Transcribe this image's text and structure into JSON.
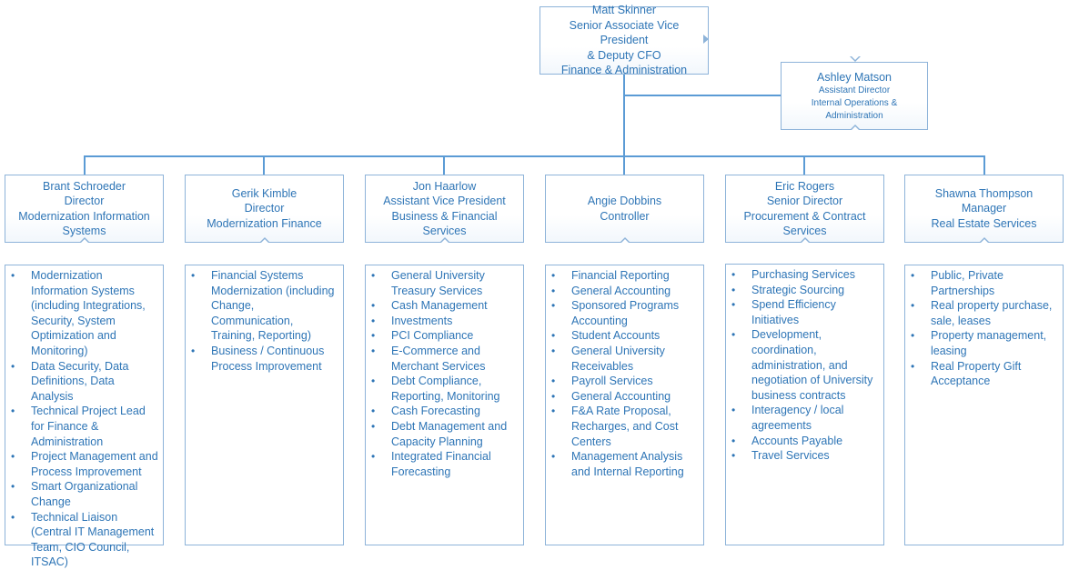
{
  "top": {
    "lines": [
      "Matt Skinner",
      "Senior Associate Vice President",
      "& Deputy CFO",
      "Finance & Administration"
    ]
  },
  "assistant": {
    "name": "Ashley Matson",
    "lines": [
      "Assistant Director",
      "Internal Operations &",
      "Administration"
    ]
  },
  "departments": [
    {
      "lines": [
        "Brant Schroeder",
        "Director",
        "Modernization Information",
        "Systems"
      ],
      "items": [
        "Modernization Information Systems (including Integrations, Security, System Optimization and Monitoring)",
        "Data Security, Data Definitions, Data Analysis",
        "Technical Project Lead for Finance & Administration",
        "Project Management and Process Improvement",
        "Smart Organizational Change",
        "Technical Liaison (Central IT Management Team, CIO Council, ITSAC)"
      ]
    },
    {
      "lines": [
        "Gerik Kimble",
        "Director",
        "Modernization Finance"
      ],
      "items": [
        "Financial Systems Modernization (including Change, Communication, Training, Reporting)",
        "Business / Continuous Process Improvement"
      ]
    },
    {
      "lines": [
        "Jon Haarlow",
        "Assistant Vice President",
        "Business & Financial Services"
      ],
      "items": [
        "General University Treasury Services",
        "Cash Management",
        "Investments",
        "PCI Compliance",
        "E-Commerce and Merchant Services",
        "Debt Compliance, Reporting, Monitoring",
        "Cash Forecasting",
        "Debt Management and Capacity Planning",
        "Integrated Financial Forecasting"
      ]
    },
    {
      "lines": [
        "Angie Dobbins",
        "Controller"
      ],
      "items": [
        "Financial Reporting",
        "General Accounting",
        "Sponsored Programs Accounting",
        "Student Accounts",
        "General University Receivables",
        "Payroll Services",
        "General Accounting",
        "F&A Rate Proposal, Recharges, and Cost Centers",
        "Management Analysis and Internal Reporting"
      ]
    },
    {
      "lines": [
        "Eric Rogers",
        "Senior Director",
        "Procurement & Contract",
        "Services"
      ],
      "items": [
        "Purchasing Services",
        "Strategic Sourcing",
        "Spend Efficiency Initiatives",
        "Development, coordination, administration, and negotiation of University business contracts",
        "Interagency / local agreements",
        "Accounts Payable",
        "Travel Services"
      ]
    },
    {
      "lines": [
        "Shawna Thompson",
        "Manager",
        "Real Estate Services"
      ],
      "items": [
        "Public, Private Partnerships",
        "Real property purchase, sale, leases",
        "Property management, leasing",
        "Real Property Gift Acceptance"
      ]
    }
  ]
}
